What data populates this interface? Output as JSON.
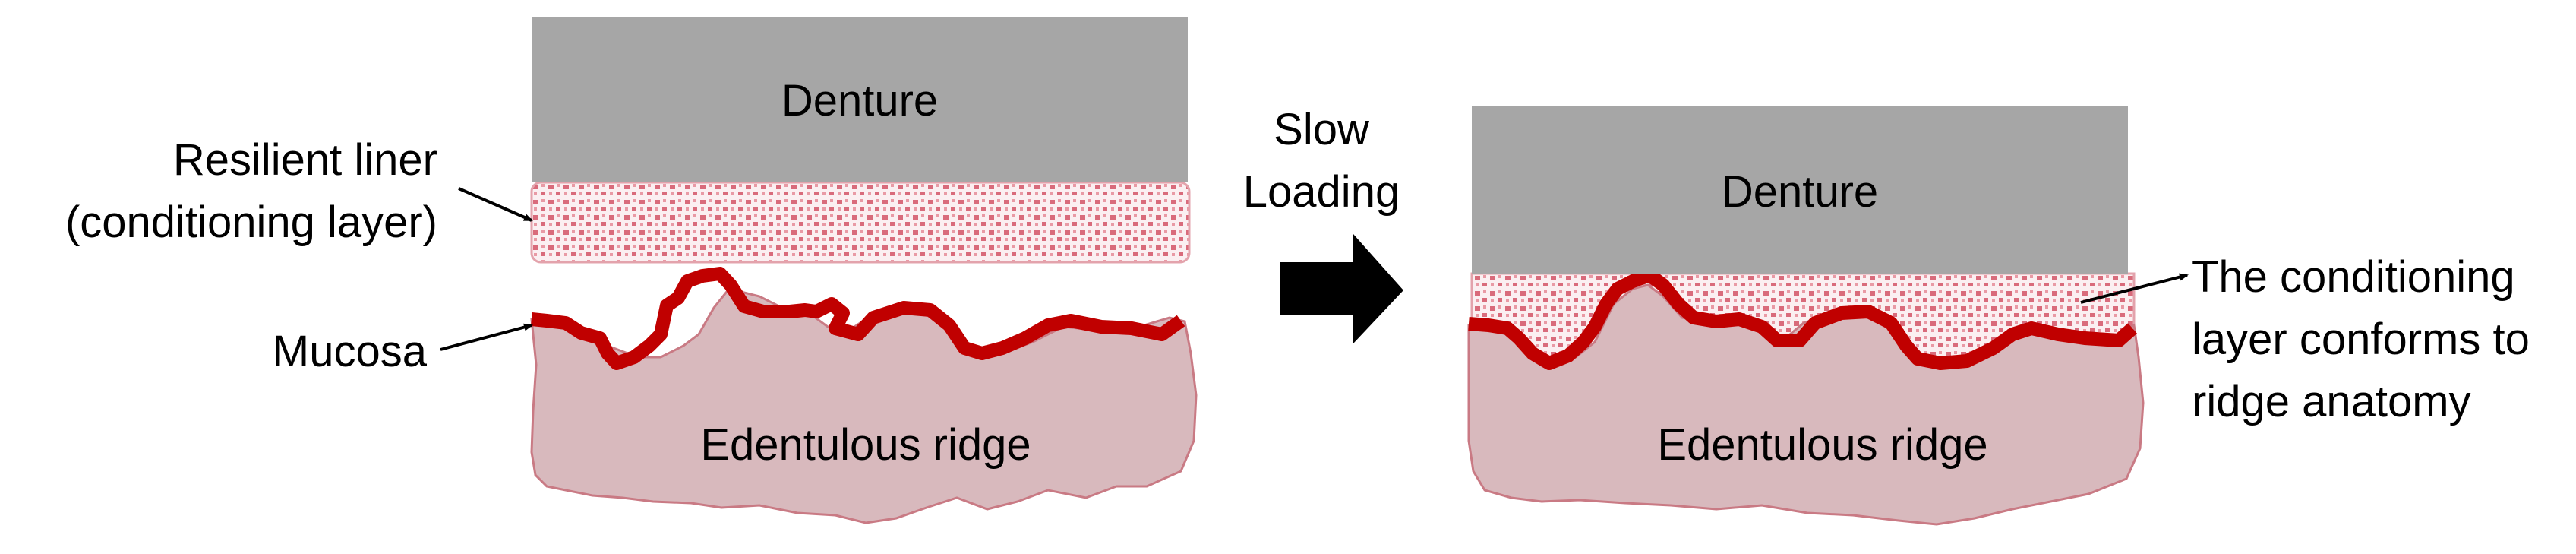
{
  "left_panel": {
    "denture_label": "Denture",
    "liner_label_line1": "Resilient liner",
    "liner_label_line2": "(conditioning layer)",
    "mucosa_label": "Mucosa",
    "ridge_label": "Edentulous ridge"
  },
  "transition": {
    "label_line1": "Slow",
    "label_line2": "Loading"
  },
  "right_panel": {
    "denture_label": "Denture",
    "ridge_label": "Edentulous ridge",
    "note_line1": "The conditioning",
    "note_line2": "layer conforms to",
    "note_line3": "ridge anatomy"
  },
  "colors": {
    "denture_fill": "#a6a6a6",
    "ridge_fill": "#d8b9bd",
    "ridge_stroke": "#c97a84",
    "mucosa_stroke": "#c00000",
    "liner_dots": "#d96b7b",
    "arrow_fill": "#000000"
  }
}
